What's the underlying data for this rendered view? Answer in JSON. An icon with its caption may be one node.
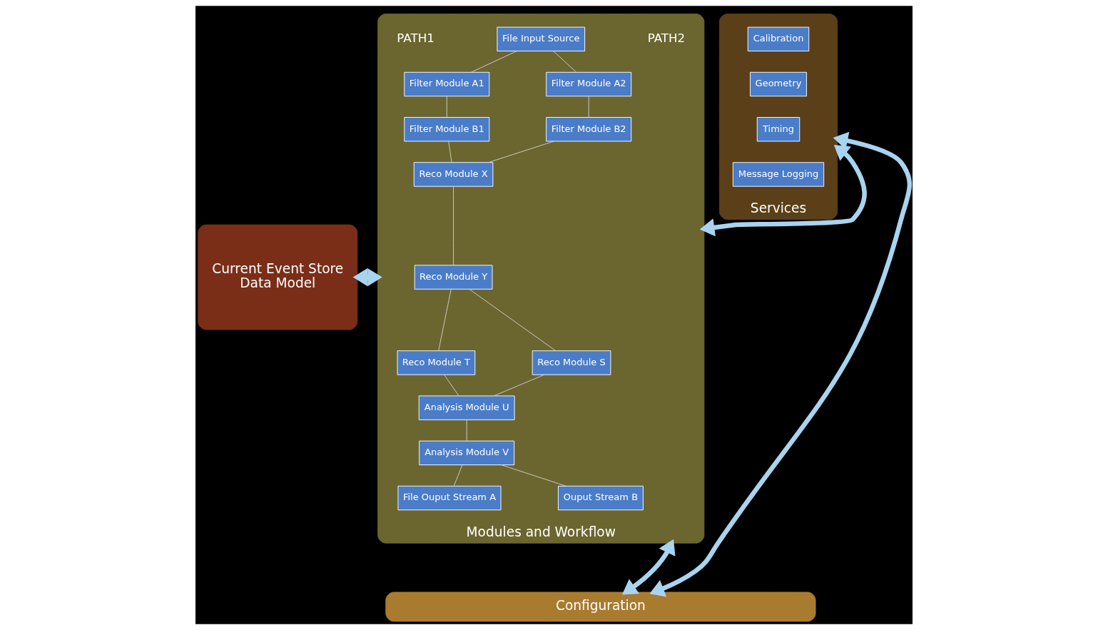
{
  "diagram": {
    "nodes": [
      {
        "text": [
          "Current Event Store",
          "Data Model"
        ]
      },
      {
        "text": [
          "Modules and Workflow"
        ]
      },
      {
        "text": [
          "File Input Source"
        ],
        "in": 1
      },
      {
        "text": [
          "Filter Module A1"
        ],
        "in": 1
      },
      {
        "text": [
          "Filter Module B1"
        ],
        "in": 1
      },
      {
        "text": [
          "Filter Module A2"
        ],
        "in": 1
      },
      {
        "text": [
          "Filter Module B2"
        ],
        "in": 1
      },
      {
        "text": [
          "Reco Module X"
        ],
        "in": 1
      },
      {
        "text": [
          "Reco Module Y"
        ],
        "in": 1
      },
      {
        "text": [
          "Reco Module T"
        ],
        "in": 1
      },
      {
        "text": [
          "Reco Module S"
        ],
        "in": 1
      },
      {
        "text": [
          "Analysis Module U"
        ],
        "in": 1
      },
      {
        "text": [
          "Analysis Module V"
        ],
        "in": 1
      },
      {
        "text": [
          "File Ouput Stream A"
        ],
        "in": 1
      },
      {
        "text": [
          "Ouput Stream B"
        ],
        "in": 1
      },
      {
        "text": [
          "Services"
        ]
      },
      {
        "text": [
          "Calibration"
        ],
        "in": 15
      },
      {
        "text": [
          "Geometry"
        ],
        "in": 15
      },
      {
        "text": [
          "Timing"
        ],
        "in": 15
      },
      {
        "text": [
          "Message Logging"
        ],
        "in": 15
      },
      {
        "text": [
          "Configuration"
        ]
      }
    ],
    "edges": [
      {
        "from": 2,
        "to": 3,
        "arrow": "none"
      },
      {
        "from": 2,
        "to": 5,
        "arrow": "none"
      },
      {
        "from": 3,
        "to": 4,
        "arrow": "none"
      },
      {
        "from": 5,
        "to": 6,
        "arrow": "none"
      },
      {
        "from": 4,
        "to": 7,
        "arrow": "none"
      },
      {
        "from": 6,
        "to": 7,
        "arrow": "none"
      },
      {
        "from": 7,
        "to": 8,
        "arrow": "none"
      },
      {
        "from": 8,
        "to": 9,
        "arrow": "none"
      },
      {
        "from": 8,
        "to": 10,
        "arrow": "none"
      },
      {
        "from": 9,
        "to": 11,
        "arrow": "none"
      },
      {
        "from": 10,
        "to": 11,
        "arrow": "none"
      },
      {
        "from": 11,
        "to": 12,
        "arrow": "none"
      },
      {
        "from": 12,
        "to": 13,
        "arrow": "none"
      },
      {
        "from": 12,
        "to": 14,
        "arrow": "none"
      },
      {
        "from": 0,
        "to": 1,
        "arrow": "both",
        "style": "thick",
        "color": "#a9d4f0"
      },
      {
        "from": 1,
        "to": 15,
        "arrow": "both",
        "style": "thick",
        "color": "#a9d4f0"
      },
      {
        "from": 1,
        "to": 20,
        "arrow": "both",
        "style": "thick",
        "color": "#a9d4f0"
      },
      {
        "from": 15,
        "to": 20,
        "arrow": "both",
        "style": "thick",
        "color": "#a9d4f0"
      }
    ],
    "labels": [
      "PATH1",
      "PATH2"
    ]
  }
}
